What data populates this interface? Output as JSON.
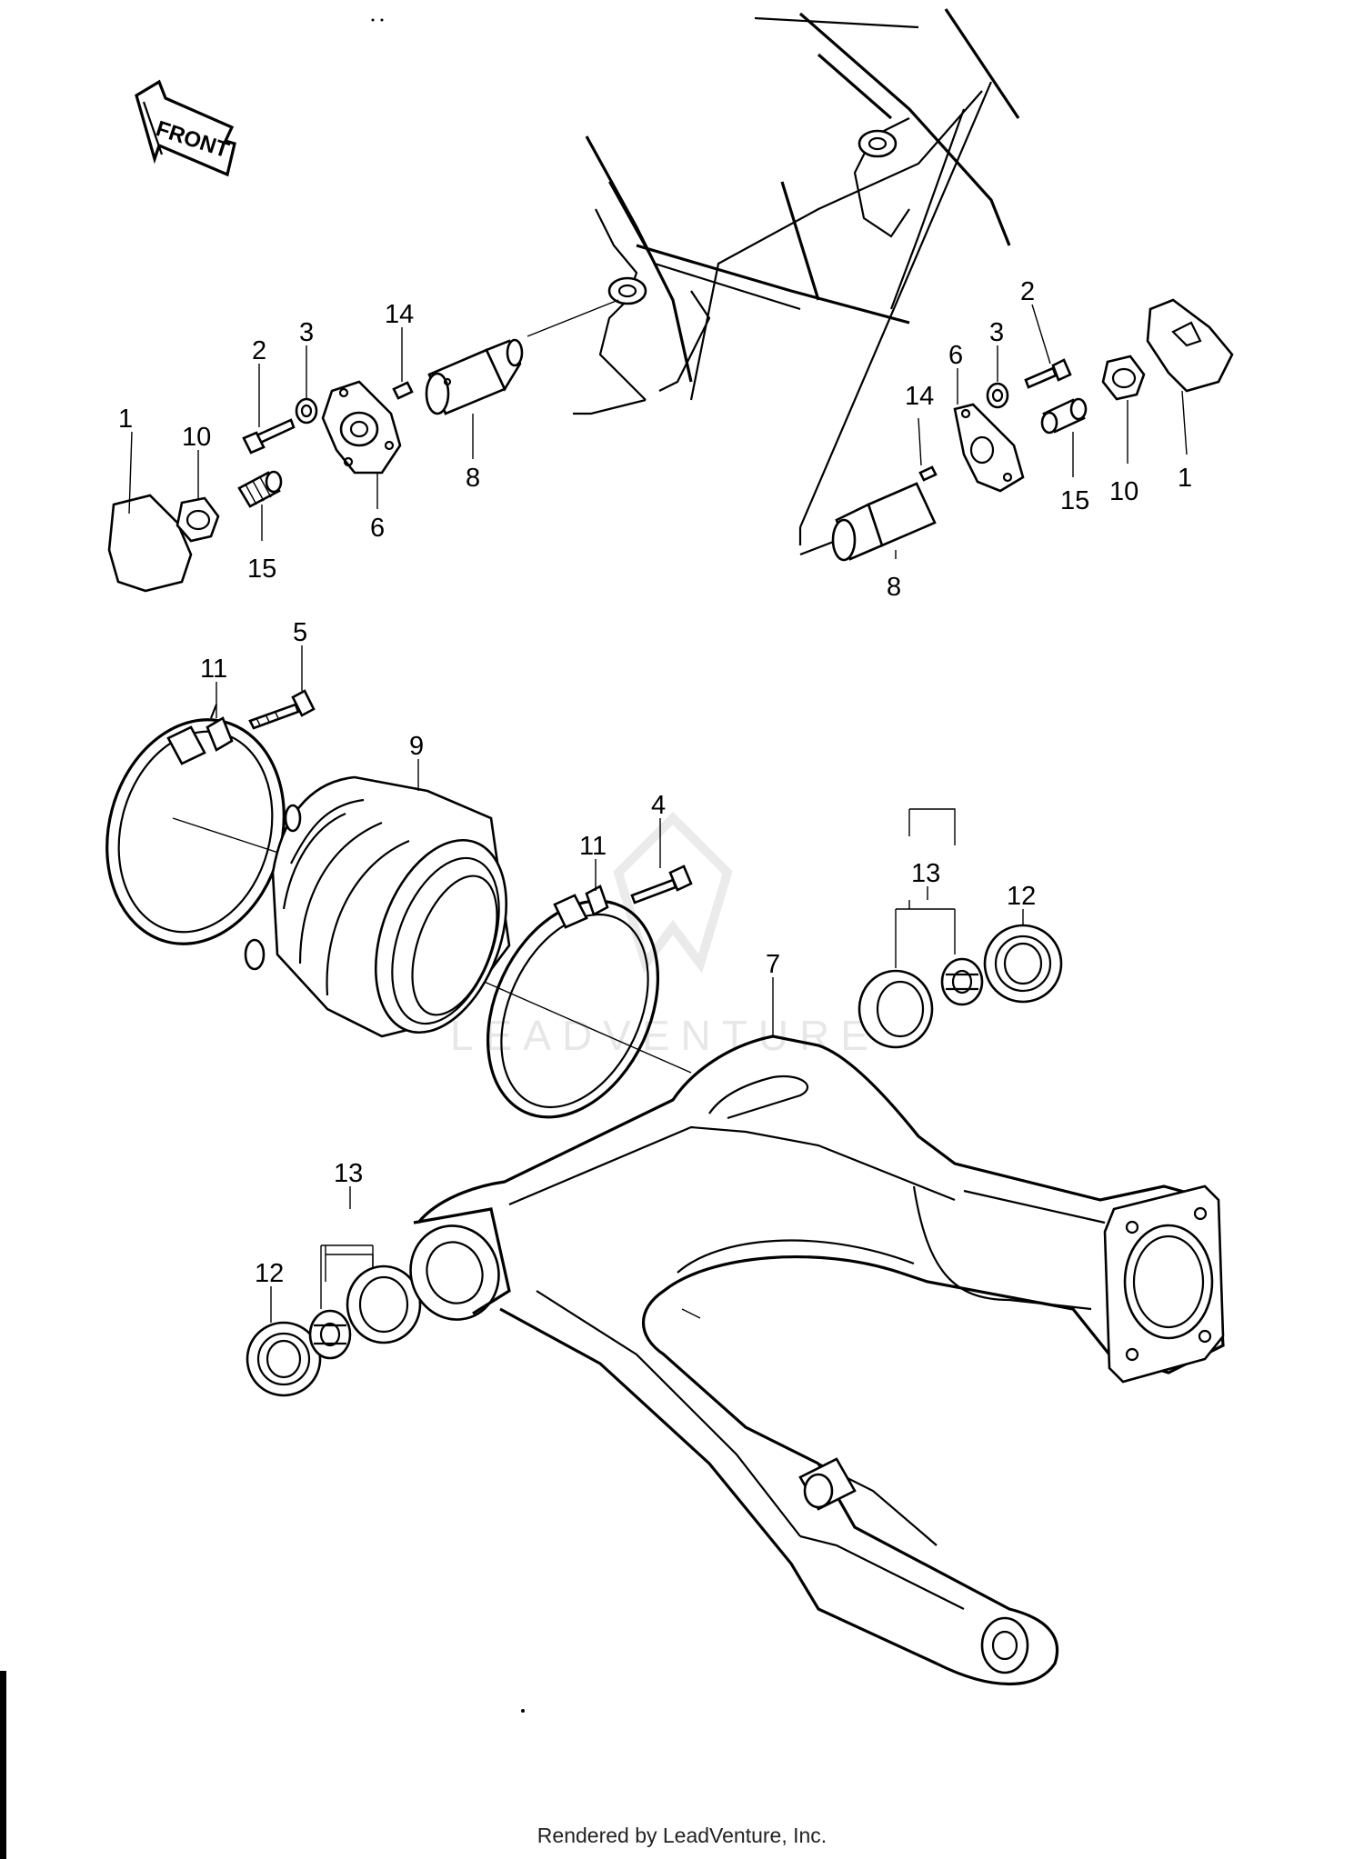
{
  "front_arrow": {
    "label": "FRONT"
  },
  "callouts": {
    "c1_left": "1",
    "c10_left": "10",
    "c15_left": "15",
    "c2_left": "2",
    "c3_left": "3",
    "c6_left": "6",
    "c14_left": "14",
    "c8_left": "8",
    "c14_right": "14",
    "c6_right": "6",
    "c3_right": "3",
    "c2_right": "2",
    "c15_right": "15",
    "c10_right": "10",
    "c1_right": "1",
    "c8_right": "8",
    "c5": "5",
    "c11_left": "11",
    "c9": "9",
    "c4": "4",
    "c11_right": "11",
    "c13_upper": "13",
    "c12_upper": "12",
    "c7": "7",
    "c13_lower": "13",
    "c12_lower": "12"
  },
  "watermark": "LEADVENTURE",
  "footer": "Rendered by LeadVenture, Inc."
}
